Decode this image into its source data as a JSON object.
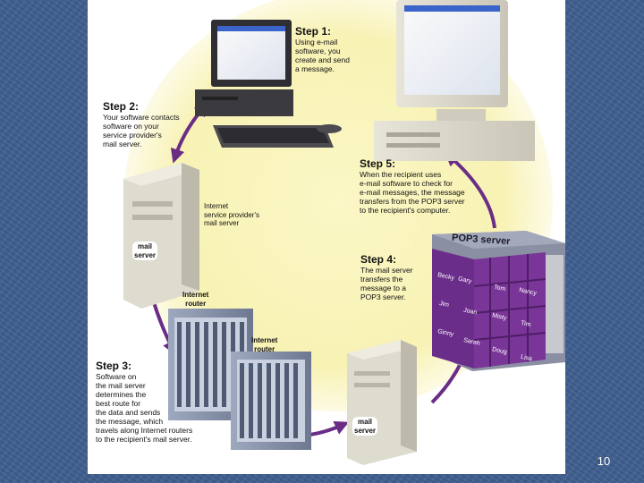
{
  "steps": {
    "step1": {
      "title": "Step 1:",
      "lines": [
        "Using e-mail",
        "software, you",
        "create and send",
        "a message."
      ]
    },
    "step2": {
      "title": "Step 2:",
      "lines": [
        "Your software contacts",
        "software on your",
        "service provider's",
        "mail server."
      ]
    },
    "step3": {
      "title": "Step 3:",
      "lines": [
        "Software on",
        "the mail server",
        "determines the",
        "best route for",
        "the data and sends",
        "the message, which",
        "travels along Internet routers",
        "to the recipient's mail server."
      ]
    },
    "step4": {
      "title": "Step 4:",
      "lines": [
        "The mail server",
        "transfers the",
        "message to a",
        "POP3 server."
      ]
    },
    "step5": {
      "title": "Step 5:",
      "lines": [
        "When the recipient uses",
        "e-mail software to check for",
        "e-mail messages, the message",
        "transfers from the POP3 server",
        "to the recipient's computer."
      ]
    }
  },
  "labels": {
    "isp": [
      "Internet",
      "service provider's",
      "mail server"
    ],
    "mail_server_1": [
      "mail",
      "server"
    ],
    "router_1": [
      "Internet",
      "router"
    ],
    "router_2": [
      "Internet",
      "router"
    ],
    "mail_server_2": [
      "mail",
      "server"
    ],
    "pop3": "POP3 server",
    "mailboxes": [
      "Becky",
      "Gary",
      "Tom",
      "Nancy",
      "Jim",
      "Joan",
      "Misty",
      "Tim",
      "Ginny",
      "Sarah",
      "Doug",
      "Lisa"
    ]
  },
  "page_number": "10"
}
